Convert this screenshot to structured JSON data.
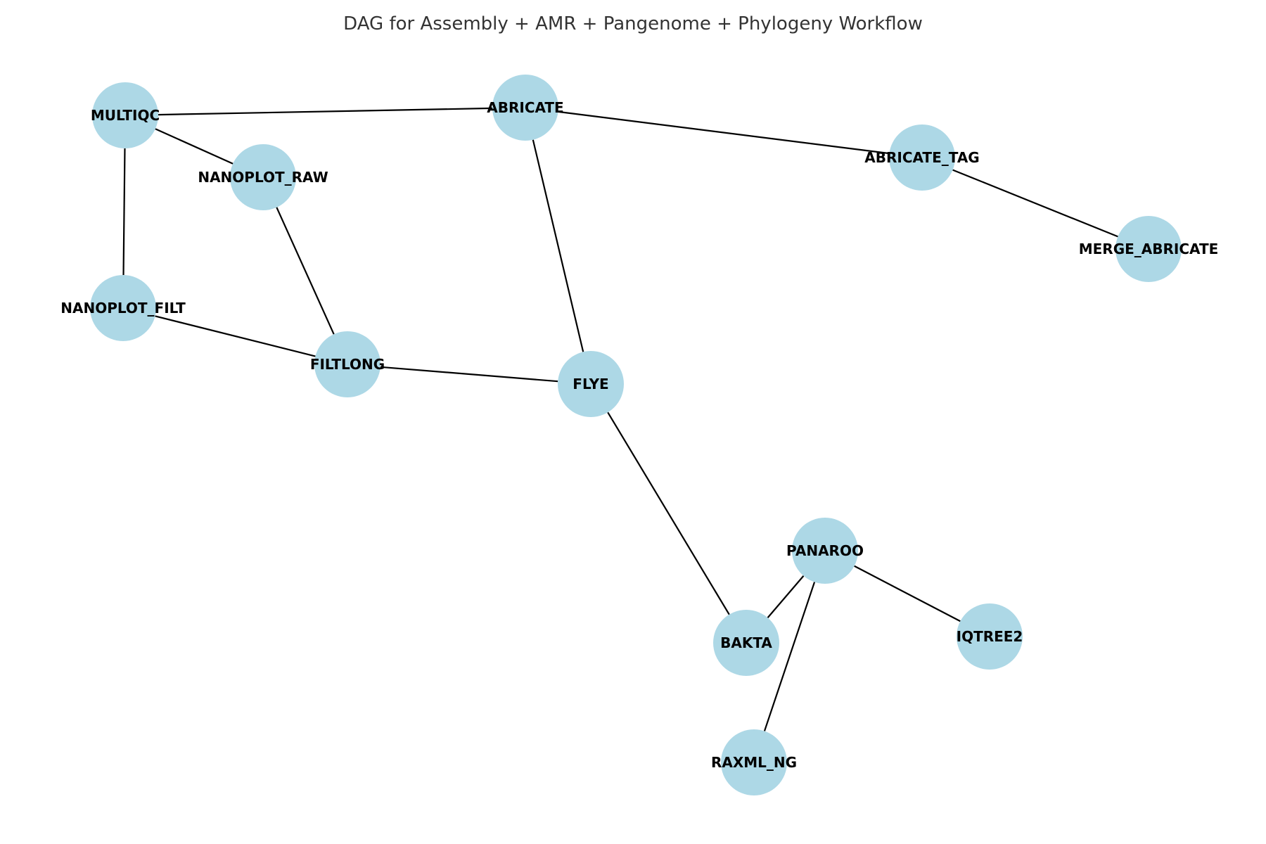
{
  "title": "DAG for Assembly + AMR + Pangenome + Phylogeny Workflow",
  "colors": {
    "node_fill": "#add8e6",
    "edge": "#000000",
    "label": "#000000",
    "title": "#333333"
  },
  "nodes": [
    {
      "id": "MULTIQC",
      "label": "MULTIQC"
    },
    {
      "id": "ABRICATE",
      "label": "ABRICATE"
    },
    {
      "id": "ABRICATE_TAG",
      "label": "ABRICATE_TAG"
    },
    {
      "id": "MERGE_ABRICATE",
      "label": "MERGE_ABRICATE"
    },
    {
      "id": "NANOPLOT_RAW",
      "label": "NANOPLOT_RAW"
    },
    {
      "id": "NANOPLOT_FILT",
      "label": "NANOPLOT_FILT"
    },
    {
      "id": "FILTLONG",
      "label": "FILTLONG"
    },
    {
      "id": "FLYE",
      "label": "FLYE"
    },
    {
      "id": "PANAROO",
      "label": "PANAROO"
    },
    {
      "id": "BAKTA",
      "label": "BAKTA"
    },
    {
      "id": "IQTREE2",
      "label": "IQTREE2"
    },
    {
      "id": "RAXML_NG",
      "label": "RAXML_NG"
    }
  ],
  "edges": [
    [
      "MULTIQC",
      "ABRICATE"
    ],
    [
      "MULTIQC",
      "NANOPLOT_RAW"
    ],
    [
      "MULTIQC",
      "NANOPLOT_FILT"
    ],
    [
      "ABRICATE",
      "ABRICATE_TAG"
    ],
    [
      "ABRICATE",
      "FLYE"
    ],
    [
      "ABRICATE_TAG",
      "MERGE_ABRICATE"
    ],
    [
      "NANOPLOT_RAW",
      "FILTLONG"
    ],
    [
      "NANOPLOT_FILT",
      "FILTLONG"
    ],
    [
      "FILTLONG",
      "FLYE"
    ],
    [
      "FLYE",
      "BAKTA"
    ],
    [
      "PANAROO",
      "BAKTA"
    ],
    [
      "PANAROO",
      "IQTREE2"
    ],
    [
      "PANAROO",
      "RAXML_NG"
    ]
  ]
}
